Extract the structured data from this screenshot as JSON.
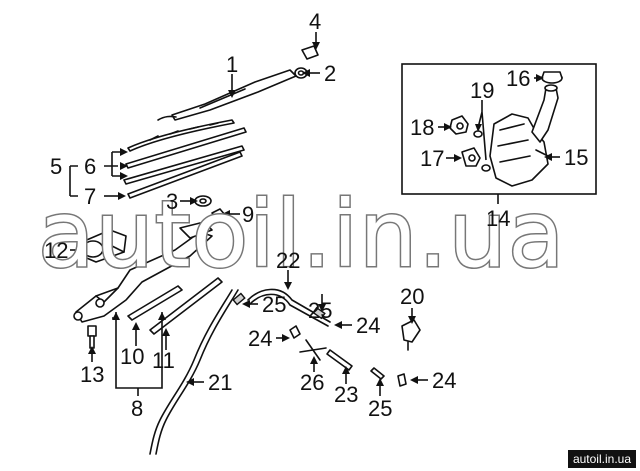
{
  "watermark": {
    "text": "autoil.in.ua"
  },
  "footer": {
    "source_tag": "autoil.in.ua"
  },
  "callouts": [
    "1",
    "2",
    "4",
    "5",
    "6",
    "7",
    "3",
    "9",
    "12",
    "8",
    "10",
    "11",
    "13",
    "21",
    "22",
    "25",
    "24",
    "26",
    "23",
    "25",
    "24",
    "20",
    "14",
    "15",
    "16",
    "17",
    "18",
    "19"
  ]
}
